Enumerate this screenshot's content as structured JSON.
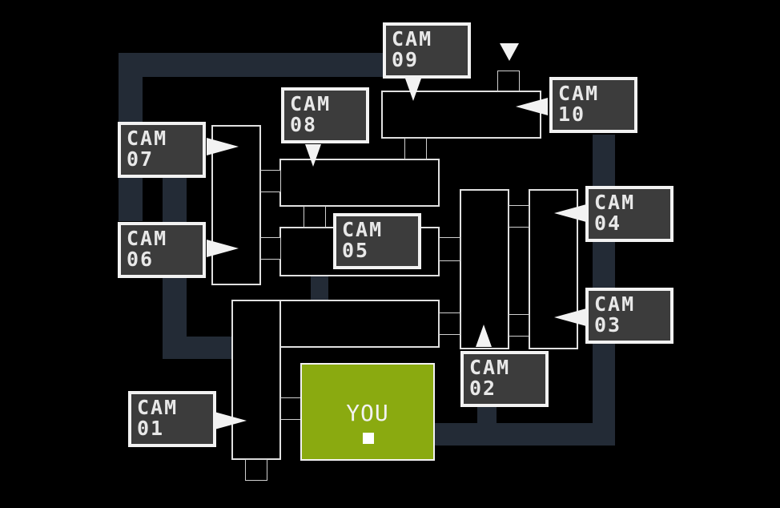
{
  "map": {
    "player_label": "YOU",
    "cameras": [
      {
        "id": "cam01",
        "line1": "CAM",
        "line2": "01"
      },
      {
        "id": "cam02",
        "line1": "CAM",
        "line2": "02"
      },
      {
        "id": "cam03",
        "line1": "CAM",
        "line2": "03"
      },
      {
        "id": "cam04",
        "line1": "CAM",
        "line2": "04"
      },
      {
        "id": "cam05",
        "line1": "CAM",
        "line2": "05"
      },
      {
        "id": "cam06",
        "line1": "CAM",
        "line2": "06"
      },
      {
        "id": "cam07",
        "line1": "CAM",
        "line2": "07"
      },
      {
        "id": "cam08",
        "line1": "CAM",
        "line2": "08"
      },
      {
        "id": "cam09",
        "line1": "CAM",
        "line2": "09"
      },
      {
        "id": "cam10",
        "line1": "CAM",
        "line2": "10"
      }
    ],
    "colors": {
      "background": "#000000",
      "vent": "#232b36",
      "room_outline": "#e0e0e0",
      "camera_button": "#3c3c3c",
      "camera_border": "#f2f2f2",
      "player_room": "#8aaa10"
    }
  }
}
